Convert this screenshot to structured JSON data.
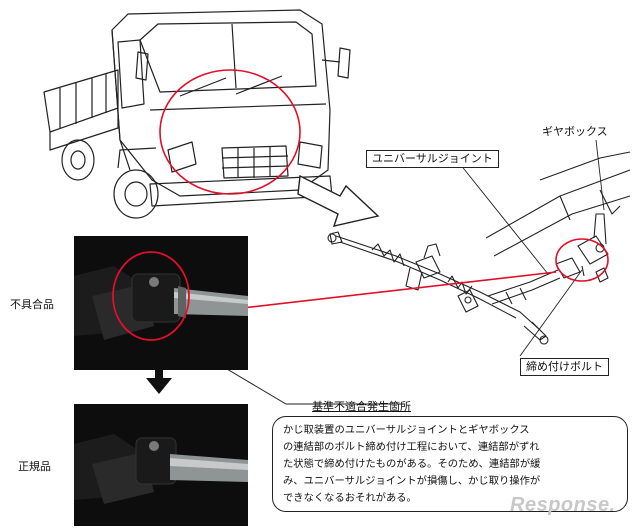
{
  "labels": {
    "universal_joint": "ユニバーサルジョイント",
    "gearbox": "ギヤボックス",
    "bolt": "締め付けボルト",
    "defective": "不具合品",
    "regular": "正規品",
    "nonconformance": "基準不適合発生箇所"
  },
  "description": [
    "かじ取装置のユニバーサルジョイントとギヤボックス",
    "の連結部のボルト締め付け工程において、連結部がずれ",
    "た状態で締め付けたものがある。そのため、連結部が緩",
    "み、ユニバーサルジョイントが損傷し、かじ取り操作が",
    "できなくなるおそれがある。"
  ],
  "watermark": "Response.",
  "colors": {
    "highlight": "#e0102a",
    "line": "#222222",
    "photo_bg": "#0d0d0d"
  }
}
